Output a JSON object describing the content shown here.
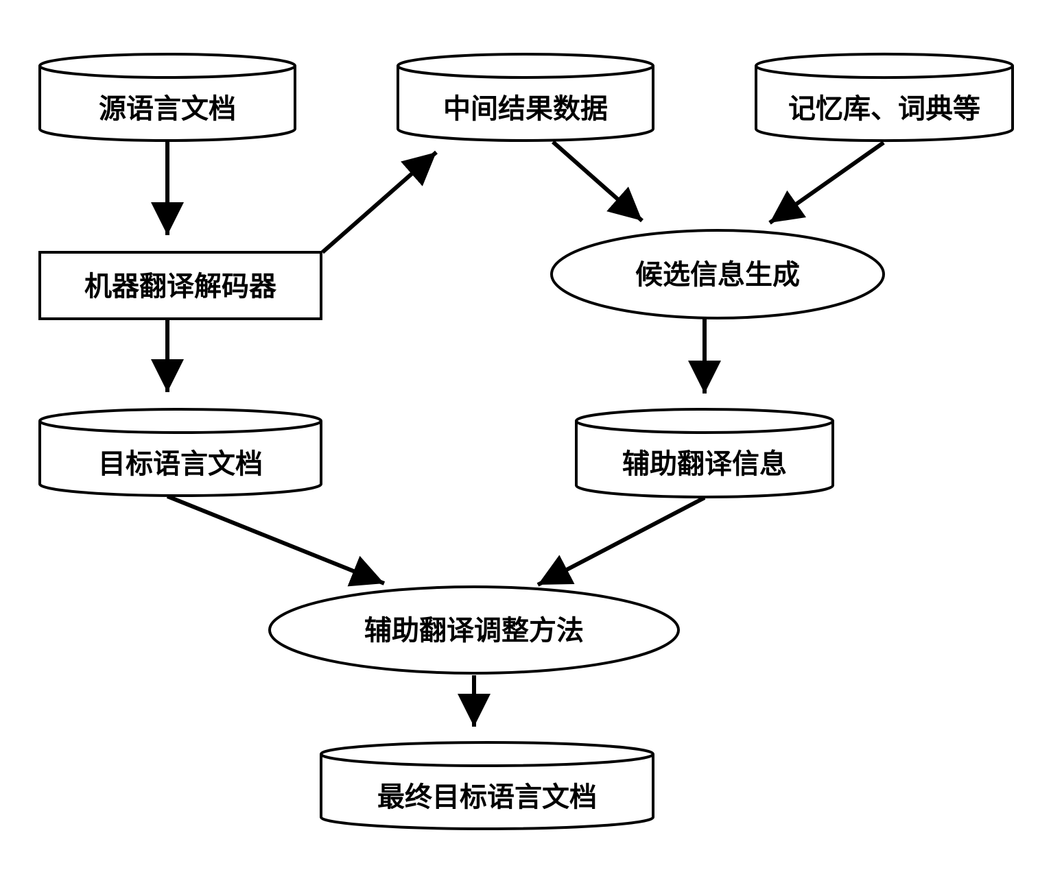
{
  "diagram": {
    "nodes": {
      "source_doc": "源语言文档",
      "intermediate_data": "中间结果数据",
      "memory_dict": "记忆库、词典等",
      "mt_decoder": "机器翻译解码器",
      "candidate_gen": "候选信息生成",
      "target_doc": "目标语言文档",
      "assist_info": "辅助翻译信息",
      "adjust_method": "辅助翻译调整方法",
      "final_doc": "最终目标语言文档"
    },
    "edges": [
      {
        "from": "source_doc",
        "to": "mt_decoder"
      },
      {
        "from": "mt_decoder",
        "to": "intermediate_data"
      },
      {
        "from": "intermediate_data",
        "to": "candidate_gen"
      },
      {
        "from": "memory_dict",
        "to": "candidate_gen"
      },
      {
        "from": "mt_decoder",
        "to": "target_doc"
      },
      {
        "from": "candidate_gen",
        "to": "assist_info"
      },
      {
        "from": "target_doc",
        "to": "adjust_method"
      },
      {
        "from": "assist_info",
        "to": "adjust_method"
      },
      {
        "from": "adjust_method",
        "to": "final_doc"
      }
    ]
  }
}
